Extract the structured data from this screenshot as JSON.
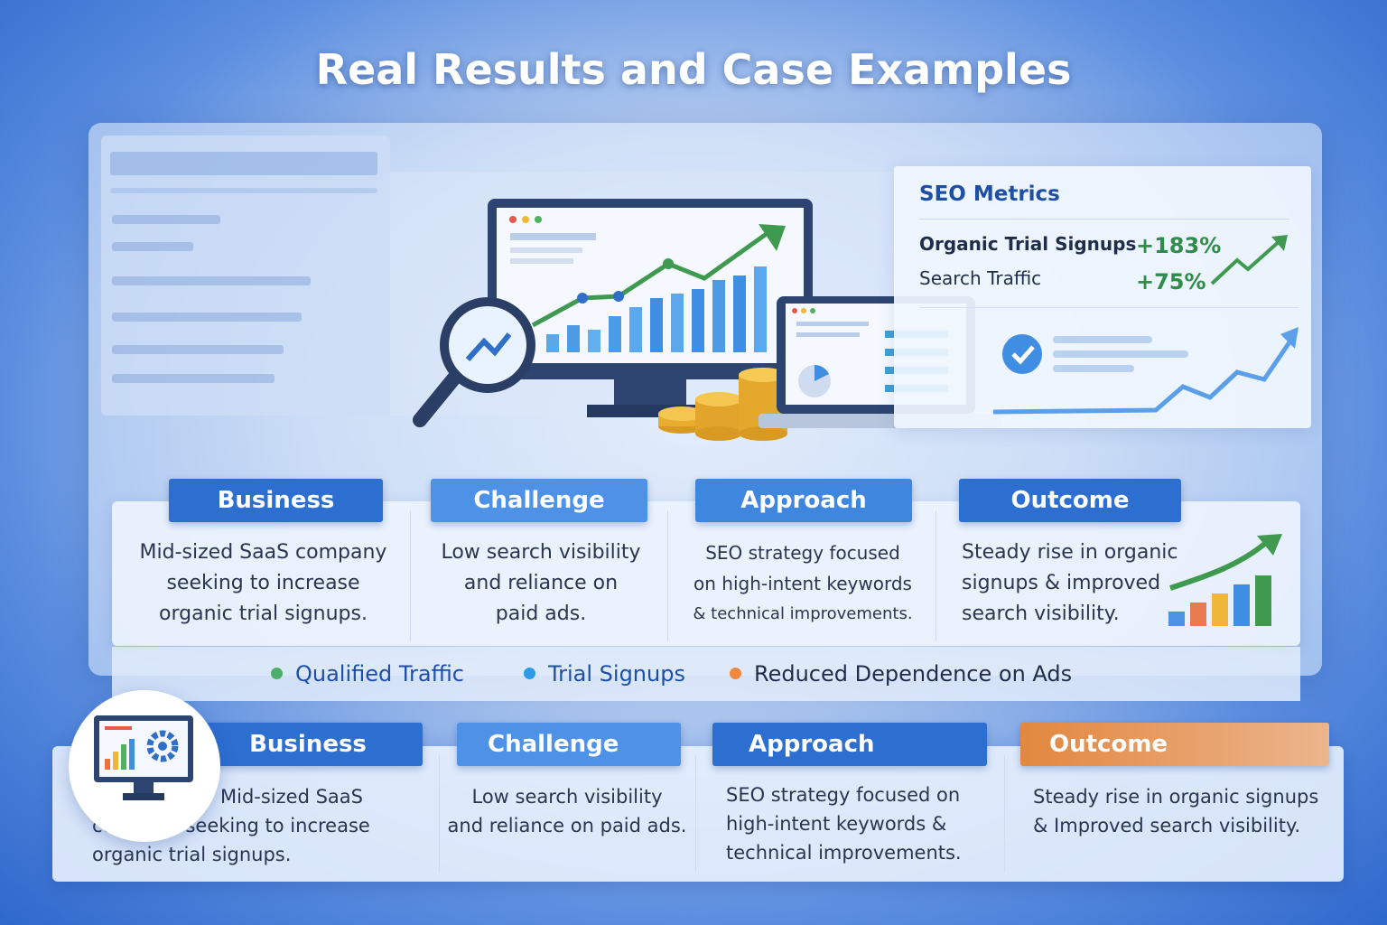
{
  "title": "Real Results and Case Examples",
  "metrics": {
    "heading": "SEO Metrics",
    "items": [
      {
        "label": "Organic Trial Signups",
        "value": "+183%"
      },
      {
        "label": "Search Traffic",
        "value": "+75%"
      }
    ]
  },
  "cards_top": [
    {
      "header": "Business",
      "text": [
        "Mid-sized SaaS company",
        "seeking to increase",
        "organic trial signups."
      ]
    },
    {
      "header": "Challenge",
      "text": [
        "Low search visibility",
        "and reliance on",
        "paid ads."
      ]
    },
    {
      "header": "Approach",
      "text": [
        "SEO strategy focused",
        "on high-intent keywords",
        "& technical improvements."
      ]
    },
    {
      "header": "Outcome",
      "text": [
        "Steady rise in organic",
        "signups & improved",
        "search visibility."
      ]
    }
  ],
  "legend": [
    {
      "label": "Qualified Traffic",
      "color": "#4caf6a"
    },
    {
      "label": "Trial Signups",
      "color": "#2f9ae8"
    },
    {
      "label": "Reduced Dependence on Ads",
      "color": "#ef8a3c"
    }
  ],
  "cards_bottom": [
    {
      "header": "Business",
      "text": [
        "Mid-sized SaaS",
        "company seeking to increase",
        "organic trial signups."
      ]
    },
    {
      "header": "Challenge",
      "text": [
        "Low search visibility",
        "and reliance on paid ads."
      ]
    },
    {
      "header": "Approach",
      "text": [
        "SEO strategy focused on",
        "high-intent keywords &",
        "technical improvements."
      ]
    },
    {
      "header": "Outcome",
      "text": [
        "Steady rise in organic signups",
        "& Improved search visibility."
      ]
    }
  ],
  "colors": {
    "header_blue": "#2d6fd0",
    "header_light": "#4d92e6",
    "header_orange": "#e2873f",
    "growth_green": "#3f9a4f"
  }
}
